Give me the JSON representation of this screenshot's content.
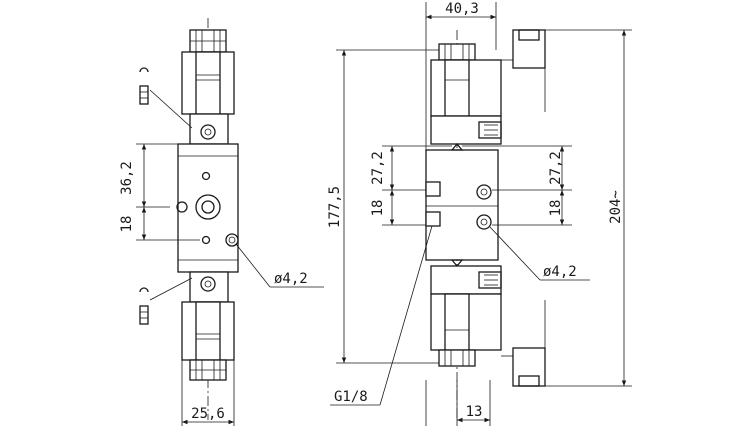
{
  "labels": {
    "width_top": "40,3",
    "dim_36_2": "36,2",
    "dim_18_left": "18",
    "dia_left": "ø4,2",
    "width_bottom_left": "25,6",
    "length_177_5": "177,5",
    "dim_27_2_a": "27,2",
    "dim_18_mid_a": "18",
    "dim_27_2_b": "27,2",
    "dim_18_mid_b": "18",
    "length_204": "204~",
    "dia_right": "ø4,2",
    "thread": "G1/8",
    "dim_13": "13"
  },
  "colors": {
    "line": "#1a1a1a",
    "background": "#ffffff"
  }
}
